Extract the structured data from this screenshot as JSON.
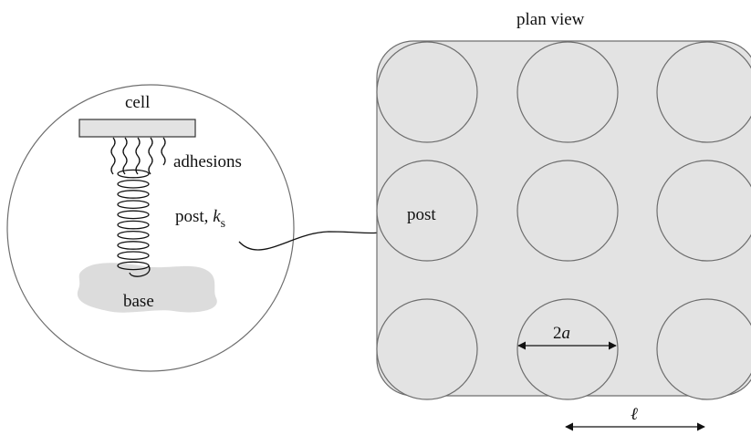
{
  "labels": {
    "plan_view": "plan view",
    "cell": "cell",
    "adhesions": "adhesions",
    "post_spring_prefix": "post, ",
    "post_spring_k": "k",
    "post_spring_sub": "s",
    "base": "base",
    "post": "post",
    "diameter_num": "2",
    "diameter_var": "a",
    "spacing": "ℓ"
  },
  "colors": {
    "substrate_fill": "#e3e3e3",
    "outline": "#6e6e6e",
    "ink": "#111111"
  },
  "grid": {
    "rows": 3,
    "columns": 3
  }
}
